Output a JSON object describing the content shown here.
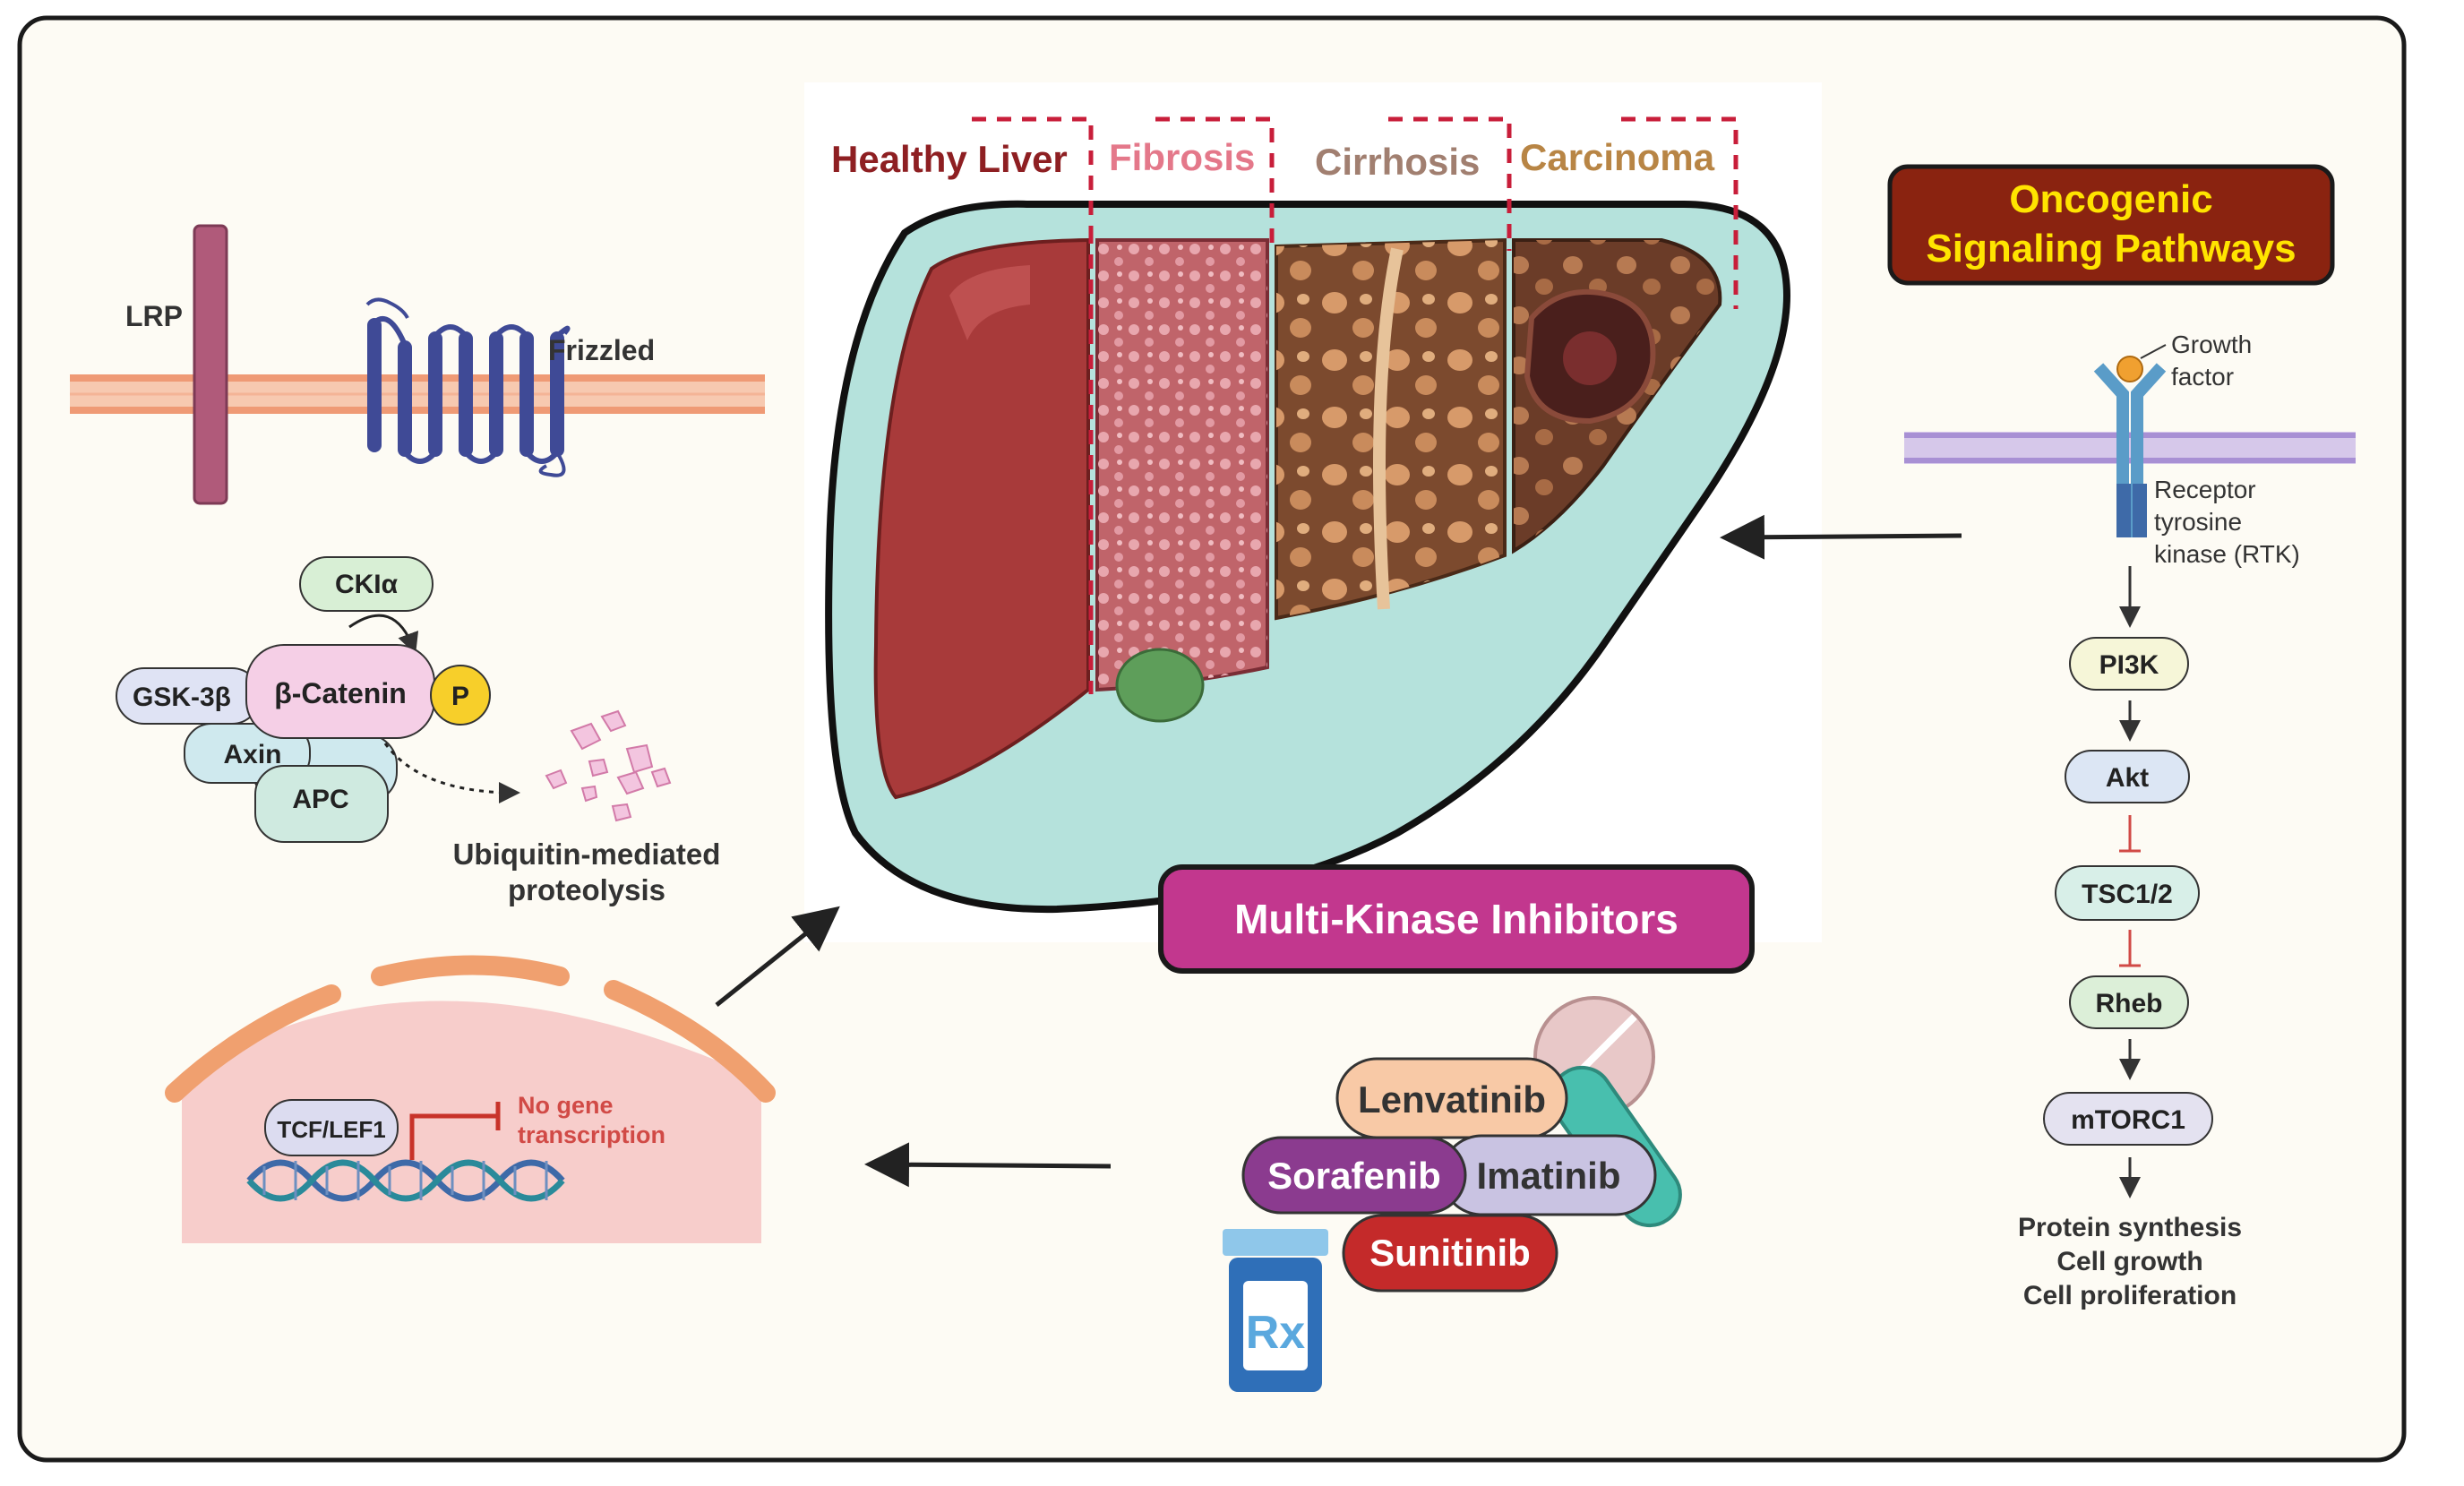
{
  "colors": {
    "frame_bg": "#fdfbf4",
    "frame_stroke": "#1a1a1a",
    "liver_healthy": "#a83a3a",
    "liver_fibrosis": "#c0646a",
    "liver_cirrhosis": "#7c4a2e",
    "liver_carcinoma": "#6b3c28",
    "teal_panel": "#b5e2dc",
    "membrane": "#f2a987",
    "receptor_purple": "#3f4a96",
    "oncogenic_fill": "#8a2310",
    "oncogenic_text": "#ffe400",
    "mki_fill": "#c2378e",
    "dashed_red": "#c81e3a"
  },
  "liver_stages": {
    "healthy": "Healthy Liver",
    "fibrosis": "Fibrosis",
    "cirrhosis": "Cirrhosis",
    "carcinoma": "Carcinoma"
  },
  "oncogenic": {
    "line1": "Oncogenic",
    "line2": "Signaling Pathways"
  },
  "wnt": {
    "lrp": "LRP",
    "frizzled": "Frizzled",
    "ckia": "CKIα",
    "gsk3b": "GSK-3β",
    "beta_catenin": "β-Catenin",
    "phospho": "P",
    "axin": "Axin",
    "apc": "APC",
    "ubiq_line1": "Ubiquitin-mediated",
    "ubiq_line2": "proteolysis",
    "tcf": "TCF/LEF1",
    "nogene_line1": "No gene",
    "nogene_line2": "transcription"
  },
  "rtk": {
    "growth_line1": "Growth",
    "growth_line2": "factor",
    "receptor_line1": "Receptor",
    "receptor_line2": "tyrosine",
    "receptor_line3": "kinase (RTK)",
    "pi3k": "PI3K",
    "akt": "Akt",
    "tsc": "TSC1/2",
    "rheb": "Rheb",
    "mtorc1": "mTORC1",
    "out1": "Protein synthesis",
    "out2": "Cell growth",
    "out3": "Cell proliferation"
  },
  "mki": {
    "title": "Multi-Kinase Inhibitors",
    "drugs": {
      "lenvatinib": "Lenvatinib",
      "sorafenib": "Sorafenib",
      "imatinib": "Imatinib",
      "sunitinib": "Sunitinib"
    },
    "rx": "Rx"
  }
}
